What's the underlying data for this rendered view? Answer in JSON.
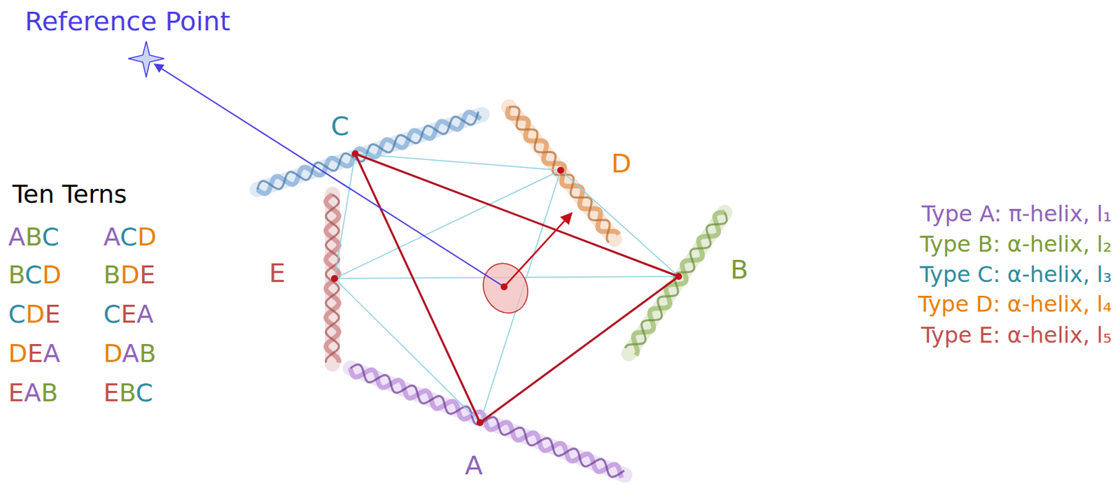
{
  "diagram": {
    "labels": [
      "Reference Point",
      "C",
      "D",
      "Ten Terns",
      "ABC",
      "ACD",
      "BCD",
      "BDE",
      "CDE",
      "CEA",
      "DEA",
      "DAB",
      "EAB",
      "EBC",
      "E",
      "B",
      "A",
      "Type A: π-helix, l₁",
      "Type B: α-helix, l₂",
      "Type C: α-helix, l₃",
      "Type D: α-helix, l₄",
      "Type E: α-helix, l₅"
    ]
  }
}
